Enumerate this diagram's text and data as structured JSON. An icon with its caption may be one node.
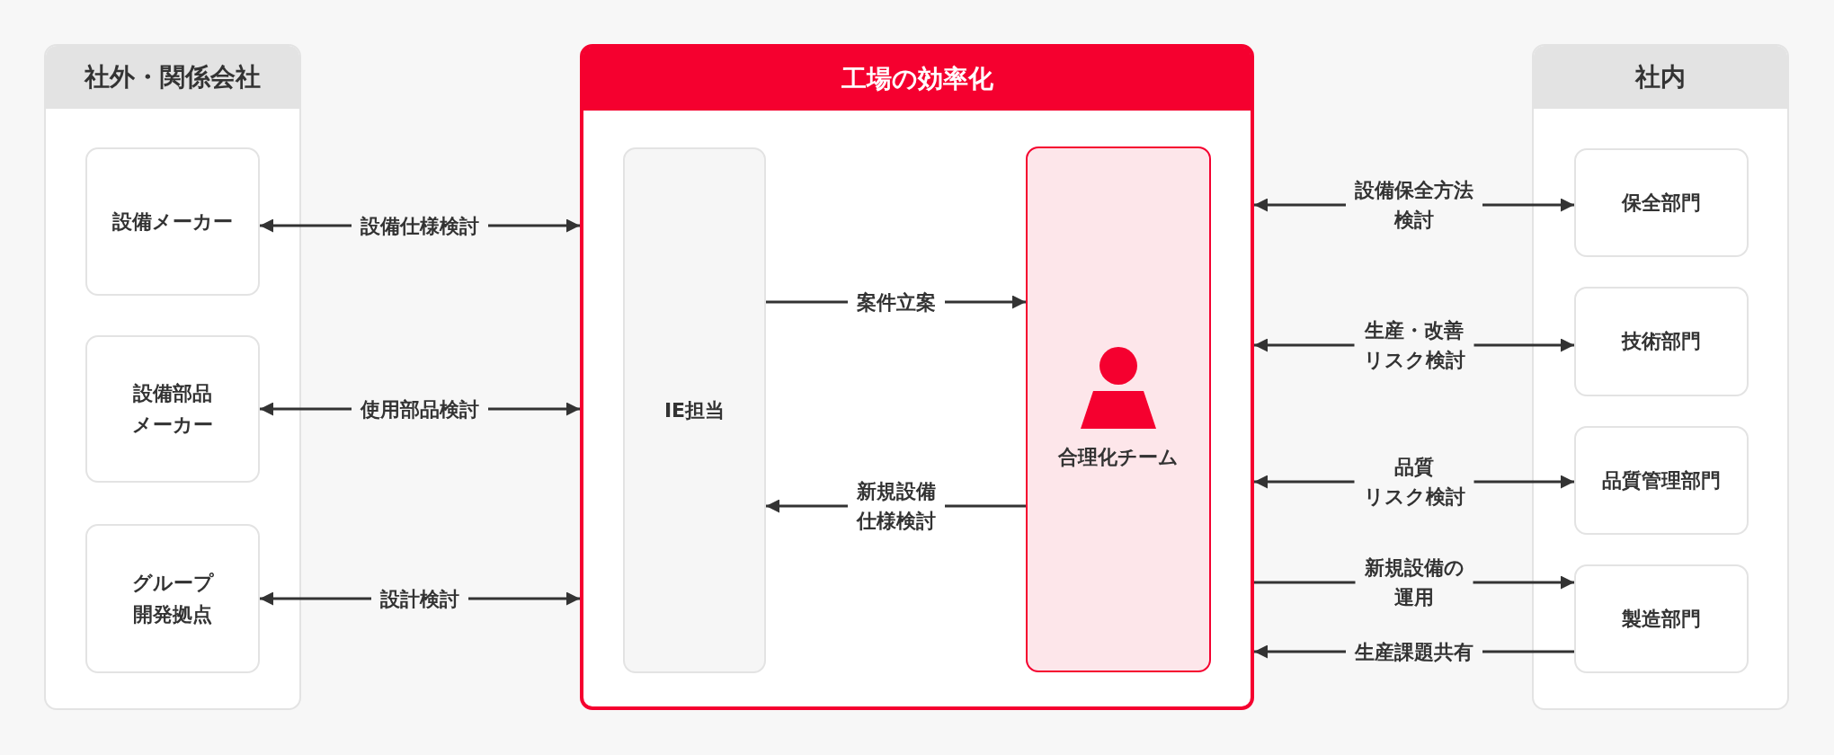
{
  "diagram": {
    "nodes": [
      {
        "text": [
          "社外・関係会社"
        ]
      },
      {
        "text": [
          "設備メーカー"
        ],
        "in": 0
      },
      {
        "text": [
          "設備部品メーカー"
        ],
        "in": 0
      },
      {
        "text": [
          "グループ開発拠点"
        ],
        "in": 0
      },
      {
        "text": [
          "工場の効率化"
        ]
      },
      {
        "text": [
          "IE担当"
        ],
        "in": 4
      },
      {
        "text": [
          "合理化チーム"
        ],
        "in": 4
      },
      {
        "text": [
          "社内"
        ]
      },
      {
        "text": [
          "保全部門"
        ],
        "in": 7
      },
      {
        "text": [
          "技術部門"
        ],
        "in": 7
      },
      {
        "text": [
          "品質管理部門"
        ],
        "in": 7
      },
      {
        "text": [
          "製造部門"
        ],
        "in": 7
      }
    ],
    "edges": [
      {
        "from": 1,
        "to": 4,
        "arrow": "both",
        "label": "設備仕様検討"
      },
      {
        "from": 2,
        "to": 4,
        "arrow": "both",
        "label": "使用部品検討"
      },
      {
        "from": 3,
        "to": 4,
        "arrow": "both",
        "label": "設計検討"
      },
      {
        "from": 5,
        "to": 6,
        "arrow": "to",
        "label": "案件立案"
      },
      {
        "from": 6,
        "to": 5,
        "arrow": "to",
        "label": "新規設備仕様検討"
      },
      {
        "from": 4,
        "to": 8,
        "arrow": "both",
        "label": "設備保全方法検討"
      },
      {
        "from": 4,
        "to": 9,
        "arrow": "both",
        "label": "生産・改善リスク検討"
      },
      {
        "from": 4,
        "to": 10,
        "arrow": "both",
        "label": "品質リスク検討"
      },
      {
        "from": 4,
        "to": 11,
        "arrow": "to",
        "label": "新規設備の運用"
      },
      {
        "from": 11,
        "to": 4,
        "arrow": "to",
        "label": "生産課題共有"
      }
    ]
  }
}
